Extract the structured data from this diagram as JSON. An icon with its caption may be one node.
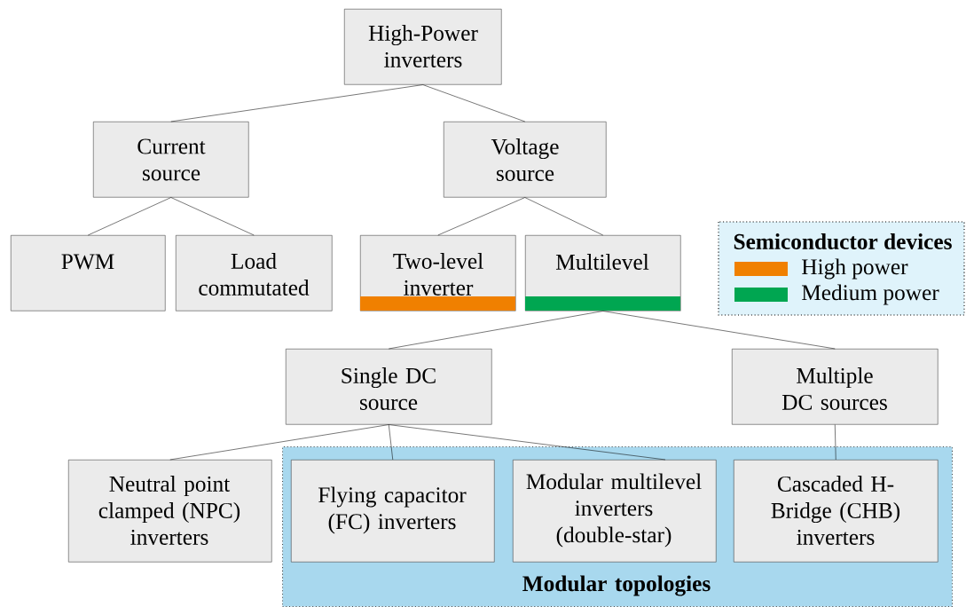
{
  "diagram": {
    "nodes": [
      {
        "text": [
          "High-Power inverters"
        ]
      },
      {
        "text": [
          "Current source"
        ]
      },
      {
        "text": [
          "Voltage source"
        ]
      },
      {
        "text": [
          "PWM"
        ]
      },
      {
        "text": [
          "Load commutated"
        ]
      },
      {
        "text": [
          "Two-level inverter"
        ]
      },
      {
        "text": [
          "Multilevel"
        ]
      },
      {
        "text": [
          "Single DC source"
        ]
      },
      {
        "text": [
          "Multiple DC sources"
        ]
      },
      {
        "text": [
          "Neutral point clamped (NPC) inverters"
        ]
      },
      {
        "text": [
          "Modular topologies"
        ]
      },
      {
        "text": [
          "Flying capacitor (FC) inverters"
        ],
        "in": 10
      },
      {
        "text": [
          "Modular multilevel inverters (double-star)"
        ],
        "in": 10
      },
      {
        "text": [
          "Cascaded H-Bridge (CHB) inverters"
        ],
        "in": 10
      }
    ],
    "edges": [
      {
        "from": 0,
        "to": 1,
        "arrow": "none"
      },
      {
        "from": 0,
        "to": 2,
        "arrow": "none"
      },
      {
        "from": 1,
        "to": 3,
        "arrow": "none"
      },
      {
        "from": 1,
        "to": 4,
        "arrow": "none"
      },
      {
        "from": 2,
        "to": 5,
        "arrow": "none"
      },
      {
        "from": 2,
        "to": 6,
        "arrow": "none"
      },
      {
        "from": 6,
        "to": 7,
        "arrow": "none"
      },
      {
        "from": 6,
        "to": 8,
        "arrow": "none"
      },
      {
        "from": 7,
        "to": 9,
        "arrow": "none"
      },
      {
        "from": 7,
        "to": 11,
        "arrow": "none"
      },
      {
        "from": 7,
        "to": 12,
        "arrow": "none"
      },
      {
        "from": 8,
        "to": 13,
        "arrow": "none"
      }
    ],
    "labels": [
      "Semiconductor devices"
    ],
    "legend": [
      {
        "text": "High power",
        "color": "#f08000"
      },
      {
        "text": "Medium power",
        "color": "#00a651"
      }
    ]
  }
}
